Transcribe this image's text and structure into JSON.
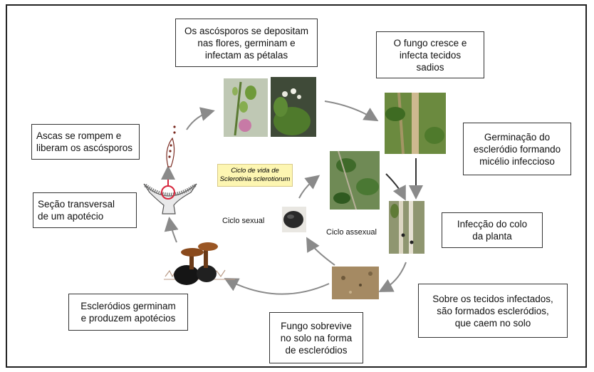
{
  "title": {
    "line1": "Ciclo de vida de",
    "line2": "Sclerotinia sclerotiorum"
  },
  "cycle_labels": {
    "sexual": "Ciclo sexual",
    "asexual": "Ciclo assexual"
  },
  "captions": {
    "ascospores": "Os ascósporos se depositam\nnas flores, germinam e\ninfectam as pétalas",
    "fungus_grows": "O fungo cresce e\ninfecta tecidos\nsadios",
    "germination": "Germinação do\nescleródio formando\nmicélio infeccioso",
    "collar": "Infecção do colo\nda planta",
    "sclerotia_formed": "Sobre os tecidos infectados,\nsão formados escleródios,\nque caem no solo",
    "survives": "Fungo sobrevive\nno solo na forma\nde escleródios",
    "sclerotia_germinate": "Escleródios germinam\ne produzem apotécios",
    "cross_section": "Seção transversal\nde um apotécio",
    "asci_rupture": "Ascas se rompem e\nliberam os ascósporos"
  },
  "colors": {
    "arrow": "#8a8a8a",
    "title_bg": "#fdf6b2",
    "leaf": "#4f7a2c",
    "soil": "#a58a63",
    "petal": "#c77aa6"
  }
}
